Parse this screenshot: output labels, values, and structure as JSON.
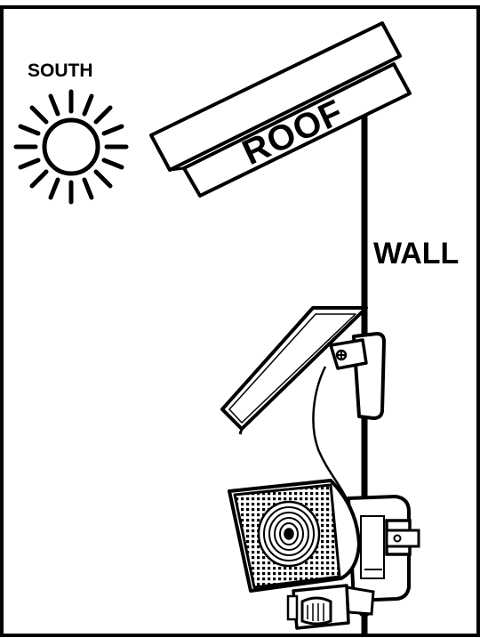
{
  "labels": {
    "sun_direction": "SOUTH",
    "roof": "ROOF",
    "wall": "WALL"
  },
  "icons": {
    "sun": "sun-icon",
    "solar_panel": "solar-panel-icon",
    "floodlight": "floodlight-icon",
    "motion_sensor": "motion-sensor-icon"
  },
  "colors": {
    "ink": "#000000",
    "paper": "#ffffff"
  }
}
